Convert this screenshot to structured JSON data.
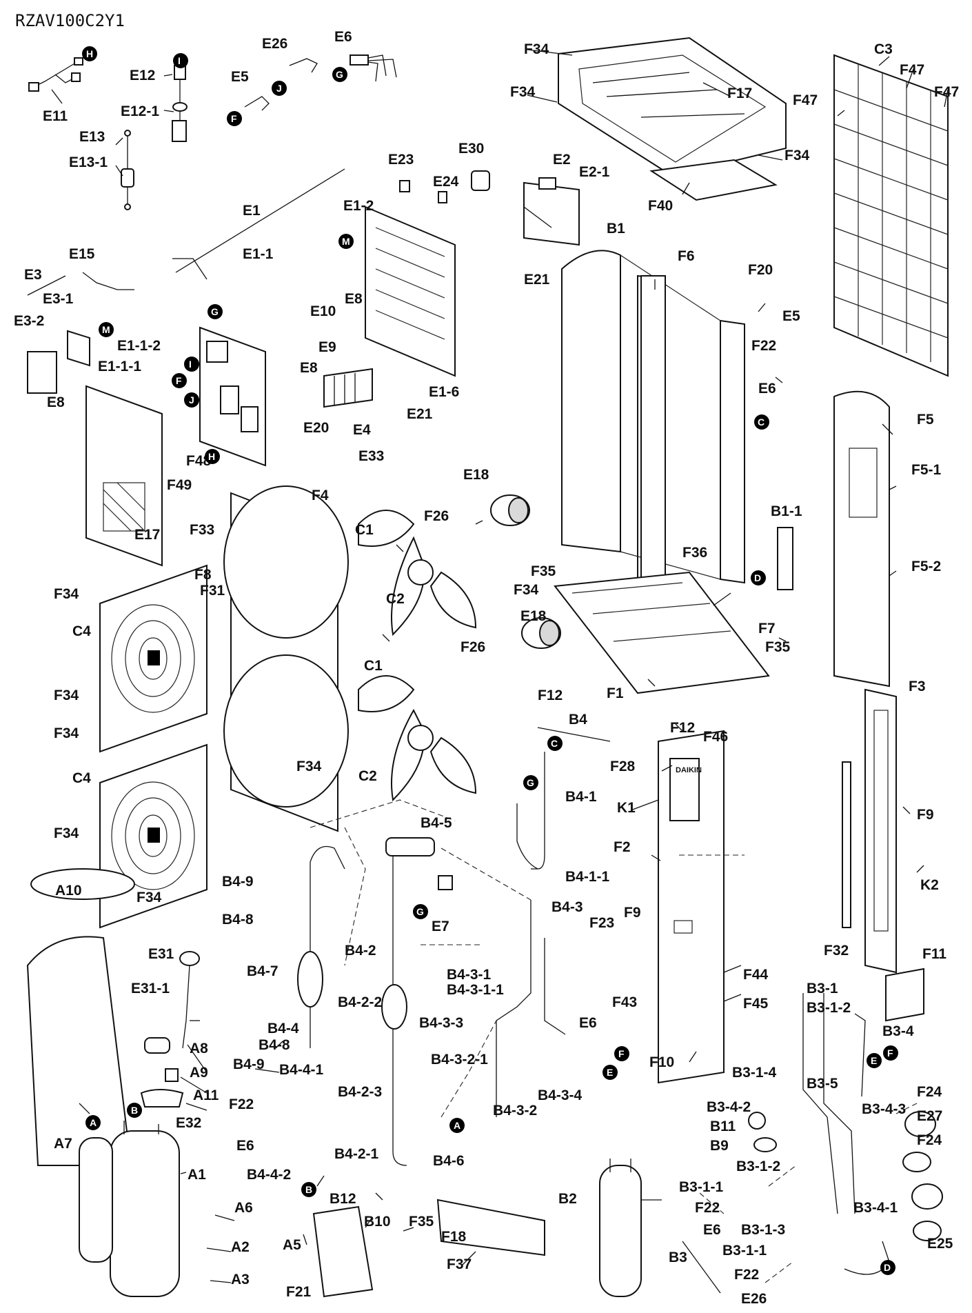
{
  "title": "RZAV100C2Y1",
  "labels": [
    {
      "id": "E11",
      "text": "E11"
    },
    {
      "id": "E12",
      "text": "E12"
    },
    {
      "id": "E12-1",
      "text": "E12-1"
    },
    {
      "id": "E13",
      "text": "E13"
    },
    {
      "id": "E13-1",
      "text": "E13-1"
    },
    {
      "id": "E26",
      "text": "E26"
    },
    {
      "id": "E5",
      "text": "E5"
    },
    {
      "id": "E6",
      "text": "E6"
    },
    {
      "id": "F34a",
      "text": "F34"
    },
    {
      "id": "F34b",
      "text": "F34"
    },
    {
      "id": "F17",
      "text": "F17"
    },
    {
      "id": "F34c",
      "text": "F34"
    },
    {
      "id": "F40",
      "text": "F40"
    },
    {
      "id": "C3",
      "text": "C3"
    },
    {
      "id": "F47a",
      "text": "F47"
    },
    {
      "id": "F47b",
      "text": "F47"
    },
    {
      "id": "F47c",
      "text": "F47"
    },
    {
      "id": "E23",
      "text": "E23"
    },
    {
      "id": "E30",
      "text": "E30"
    },
    {
      "id": "E2",
      "text": "E2"
    },
    {
      "id": "E2-1",
      "text": "E2-1"
    },
    {
      "id": "E24",
      "text": "E24"
    },
    {
      "id": "E1",
      "text": "E1"
    },
    {
      "id": "E1-2",
      "text": "E1-2"
    },
    {
      "id": "B1",
      "text": "B1"
    },
    {
      "id": "E15",
      "text": "E15"
    },
    {
      "id": "E3",
      "text": "E3"
    },
    {
      "id": "E3-1",
      "text": "E3-1"
    },
    {
      "id": "E3-2",
      "text": "E3-2"
    },
    {
      "id": "E8a",
      "text": "E8"
    },
    {
      "id": "E1-1",
      "text": "E1-1"
    },
    {
      "id": "E1-1-2",
      "text": "E1-1-2"
    },
    {
      "id": "E1-1-1",
      "text": "E1-1-1"
    },
    {
      "id": "E10",
      "text": "E10"
    },
    {
      "id": "E8b",
      "text": "E8"
    },
    {
      "id": "E9",
      "text": "E9"
    },
    {
      "id": "E8c",
      "text": "E8"
    },
    {
      "id": "E21a",
      "text": "E21"
    },
    {
      "id": "E21b",
      "text": "E21"
    },
    {
      "id": "E1-6",
      "text": "E1-6"
    },
    {
      "id": "E20",
      "text": "E20"
    },
    {
      "id": "E4",
      "text": "E4"
    },
    {
      "id": "F6",
      "text": "F6"
    },
    {
      "id": "F20",
      "text": "F20"
    },
    {
      "id": "E5b",
      "text": "E5"
    },
    {
      "id": "F22a",
      "text": "F22"
    },
    {
      "id": "E6b",
      "text": "E6"
    },
    {
      "id": "E17",
      "text": "E17"
    },
    {
      "id": "F48",
      "text": "F48"
    },
    {
      "id": "F49",
      "text": "F49"
    },
    {
      "id": "E33",
      "text": "E33"
    },
    {
      "id": "F5",
      "text": "F5"
    },
    {
      "id": "F5-1",
      "text": "F5-1"
    },
    {
      "id": "E18a",
      "text": "E18"
    },
    {
      "id": "F33",
      "text": "F33"
    },
    {
      "id": "F4",
      "text": "F4"
    },
    {
      "id": "F26a",
      "text": "F26"
    },
    {
      "id": "C1a",
      "text": "C1"
    },
    {
      "id": "B1-1",
      "text": "B1-1"
    },
    {
      "id": "F5-2",
      "text": "F5-2"
    },
    {
      "id": "F36",
      "text": "F36"
    },
    {
      "id": "F35a",
      "text": "F35"
    },
    {
      "id": "F34d",
      "text": "F34"
    },
    {
      "id": "F8",
      "text": "F8"
    },
    {
      "id": "F31",
      "text": "F31"
    },
    {
      "id": "F34e",
      "text": "F34"
    },
    {
      "id": "C2a",
      "text": "C2"
    },
    {
      "id": "E18b",
      "text": "E18"
    },
    {
      "id": "F7",
      "text": "F7"
    },
    {
      "id": "C4a",
      "text": "C4"
    },
    {
      "id": "F26b",
      "text": "F26"
    },
    {
      "id": "F35b",
      "text": "F35"
    },
    {
      "id": "C1b",
      "text": "C1"
    },
    {
      "id": "F12a",
      "text": "F12"
    },
    {
      "id": "F1",
      "text": "F1"
    },
    {
      "id": "F34f",
      "text": "F34"
    },
    {
      "id": "F3",
      "text": "F3"
    },
    {
      "id": "F12b",
      "text": "F12"
    },
    {
      "id": "F34g",
      "text": "F34"
    },
    {
      "id": "B4",
      "text": "B4"
    },
    {
      "id": "F46",
      "text": "F46"
    },
    {
      "id": "F34h",
      "text": "F34"
    },
    {
      "id": "C2b",
      "text": "C2"
    },
    {
      "id": "F28",
      "text": "F28"
    },
    {
      "id": "C4b",
      "text": "C4"
    },
    {
      "id": "B4-1",
      "text": "B4-1"
    },
    {
      "id": "K1",
      "text": "K1"
    },
    {
      "id": "F34i",
      "text": "F34"
    },
    {
      "id": "B4-5",
      "text": "B4-5"
    },
    {
      "id": "F9a",
      "text": "F9"
    },
    {
      "id": "F2",
      "text": "F2"
    },
    {
      "id": "B4-1-1",
      "text": "B4-1-1"
    },
    {
      "id": "B4-9a",
      "text": "B4-9"
    },
    {
      "id": "A10",
      "text": "A10"
    },
    {
      "id": "F34j",
      "text": "F34"
    },
    {
      "id": "B4-8a",
      "text": "B4-8"
    },
    {
      "id": "E7",
      "text": "E7"
    },
    {
      "id": "B4-3",
      "text": "B4-3"
    },
    {
      "id": "K2",
      "text": "K2"
    },
    {
      "id": "F23",
      "text": "F23"
    },
    {
      "id": "F9b",
      "text": "F9"
    },
    {
      "id": "F11",
      "text": "F11"
    },
    {
      "id": "E31",
      "text": "E31"
    },
    {
      "id": "F32",
      "text": "F32"
    },
    {
      "id": "B4-2",
      "text": "B4-2"
    },
    {
      "id": "B4-7",
      "text": "B4-7"
    },
    {
      "id": "E31-1",
      "text": "E31-1"
    },
    {
      "id": "B4-3-1",
      "text": "B4-3-1"
    },
    {
      "id": "B4-3-1-1",
      "text": "B4-3-1-1"
    },
    {
      "id": "F44",
      "text": "F44"
    },
    {
      "id": "F43",
      "text": "F43"
    },
    {
      "id": "B3-1",
      "text": "B3-1"
    },
    {
      "id": "B4-2-2",
      "text": "B4-2-2"
    },
    {
      "id": "F45",
      "text": "F45"
    },
    {
      "id": "B3-1-2a",
      "text": "B3-1-2"
    },
    {
      "id": "B4-4",
      "text": "B4-4"
    },
    {
      "id": "B4-3-3",
      "text": "B4-3-3"
    },
    {
      "id": "E6c",
      "text": "E6"
    },
    {
      "id": "B3-4",
      "text": "B3-4"
    },
    {
      "id": "A8",
      "text": "A8"
    },
    {
      "id": "B4-8b",
      "text": "B4-8"
    },
    {
      "id": "B4-3-2-1",
      "text": "B4-3-2-1"
    },
    {
      "id": "F10",
      "text": "F10"
    },
    {
      "id": "B4-9b",
      "text": "B4-9"
    },
    {
      "id": "B4-4-1",
      "text": "B4-4-1"
    },
    {
      "id": "A9",
      "text": "A9"
    },
    {
      "id": "B3-1-4",
      "text": "B3-1-4"
    },
    {
      "id": "B3-5",
      "text": "B3-5"
    },
    {
      "id": "A11",
      "text": "A11"
    },
    {
      "id": "B4-2-3",
      "text": "B4-2-3"
    },
    {
      "id": "B4-3-4",
      "text": "B4-3-4"
    },
    {
      "id": "B4-3-2",
      "text": "B4-3-2"
    },
    {
      "id": "F22b",
      "text": "F22"
    },
    {
      "id": "B3-4-2",
      "text": "B3-4-2"
    },
    {
      "id": "F24a",
      "text": "F24"
    },
    {
      "id": "B3-4-3",
      "text": "B3-4-3"
    },
    {
      "id": "E32",
      "text": "E32"
    },
    {
      "id": "B11",
      "text": "B11"
    },
    {
      "id": "E27",
      "text": "E27"
    },
    {
      "id": "A7",
      "text": "A7"
    },
    {
      "id": "E6d",
      "text": "E6"
    },
    {
      "id": "B9",
      "text": "B9"
    },
    {
      "id": "F24b",
      "text": "F24"
    },
    {
      "id": "B4-2-1",
      "text": "B4-2-1"
    },
    {
      "id": "B4-6",
      "text": "B4-6"
    },
    {
      "id": "B3-1-2b",
      "text": "B3-1-2"
    },
    {
      "id": "B4-4-2",
      "text": "B4-4-2"
    },
    {
      "id": "A1",
      "text": "A1"
    },
    {
      "id": "B3-1-1a",
      "text": "B3-1-1"
    },
    {
      "id": "B12",
      "text": "B12"
    },
    {
      "id": "B2",
      "text": "B2"
    },
    {
      "id": "A6",
      "text": "A6"
    },
    {
      "id": "F22c",
      "text": "F22"
    },
    {
      "id": "B3-4-1",
      "text": "B3-4-1"
    },
    {
      "id": "B10",
      "text": "B10"
    },
    {
      "id": "F35c",
      "text": "F35"
    },
    {
      "id": "F18",
      "text": "F18"
    },
    {
      "id": "E6e",
      "text": "E6"
    },
    {
      "id": "B3-1-3",
      "text": "B3-1-3"
    },
    {
      "id": "A5",
      "text": "A5"
    },
    {
      "id": "A2",
      "text": "A2"
    },
    {
      "id": "E25",
      "text": "E25"
    },
    {
      "id": "F37",
      "text": "F37"
    },
    {
      "id": "B3",
      "text": "B3"
    },
    {
      "id": "B3-1-1b",
      "text": "B3-1-1"
    },
    {
      "id": "A3",
      "text": "A3"
    },
    {
      "id": "F21",
      "text": "F21"
    },
    {
      "id": "F22d",
      "text": "F22"
    },
    {
      "id": "E26b",
      "text": "E26"
    }
  ],
  "markers": [
    {
      "id": "m-H1",
      "text": "H"
    },
    {
      "id": "m-I1",
      "text": "I"
    },
    {
      "id": "m-J1",
      "text": "J"
    },
    {
      "id": "m-G1",
      "text": "G"
    },
    {
      "id": "m-F1",
      "text": "F"
    },
    {
      "id": "m-M1",
      "text": "M"
    },
    {
      "id": "m-M2",
      "text": "M"
    },
    {
      "id": "m-G2",
      "text": "G"
    },
    {
      "id": "m-I2",
      "text": "I"
    },
    {
      "id": "m-F2",
      "text": "F"
    },
    {
      "id": "m-J2",
      "text": "J"
    },
    {
      "id": "m-H2",
      "text": "H"
    },
    {
      "id": "m-C1",
      "text": "C"
    },
    {
      "id": "m-D1",
      "text": "D"
    },
    {
      "id": "m-C2",
      "text": "C"
    },
    {
      "id": "m-G3",
      "text": "G"
    },
    {
      "id": "m-G4",
      "text": "G"
    },
    {
      "id": "m-F3",
      "text": "F"
    },
    {
      "id": "m-E1",
      "text": "E"
    },
    {
      "id": "m-E2",
      "text": "E"
    },
    {
      "id": "m-F4",
      "text": "F"
    },
    {
      "id": "m-A1",
      "text": "A"
    },
    {
      "id": "m-B1",
      "text": "B"
    },
    {
      "id": "m-A2",
      "text": "A"
    },
    {
      "id": "m-B2",
      "text": "B"
    },
    {
      "id": "m-D2",
      "text": "D"
    }
  ],
  "brand_text": "DAIKIN"
}
